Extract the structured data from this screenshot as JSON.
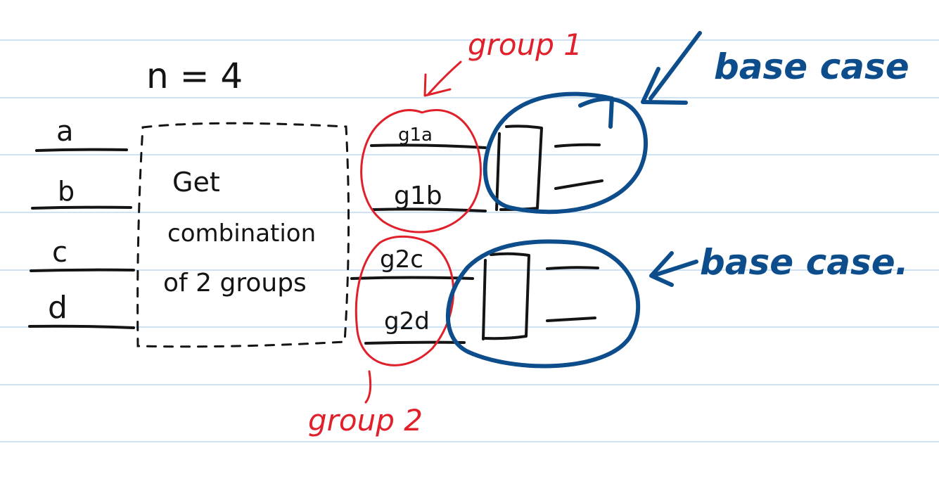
{
  "header": {
    "n_label": "n = 4"
  },
  "items": [
    {
      "label": "a"
    },
    {
      "label": "b"
    },
    {
      "label": "c"
    },
    {
      "label": "d"
    }
  ],
  "process_box": {
    "line1": "Get",
    "line2": "combination",
    "line3": "of 2 groups"
  },
  "groups": [
    {
      "label": "group 1",
      "slots": [
        "g1a",
        "g1b"
      ],
      "annotation": "base case"
    },
    {
      "label": "group 2",
      "slots": [
        "g2c",
        "g2d"
      ],
      "annotation": "base case."
    }
  ],
  "colors": {
    "ink": "#141414",
    "red": "#e0202a",
    "blue": "#0d4d8c",
    "rule": "#cfe3f5"
  }
}
